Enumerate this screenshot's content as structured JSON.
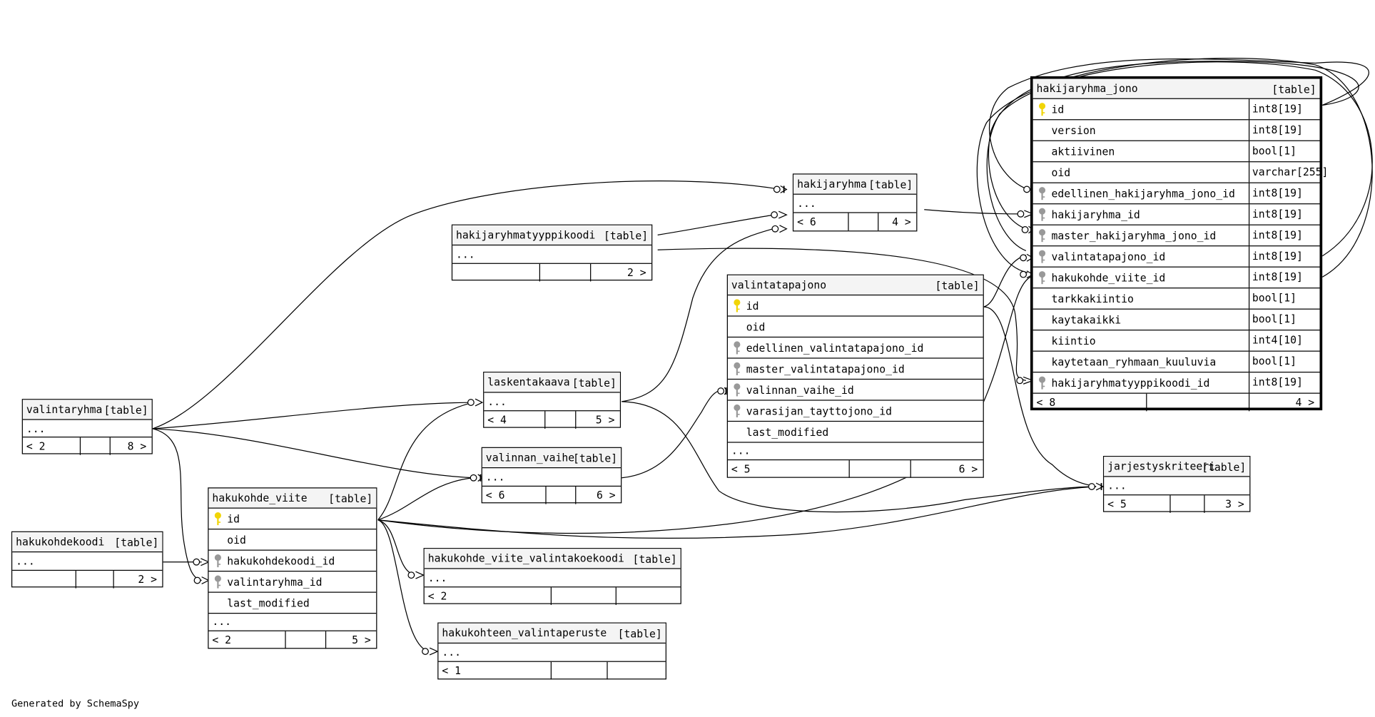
{
  "generated_by": "Generated by SchemaSpy",
  "kind_label": "[table]",
  "ellipsis": "...",
  "colors": {
    "key_primary": "#f1d506",
    "key_foreign": "#999999",
    "header_bg": "#f4f4f4"
  },
  "tables": {
    "hakijaryhma_jono": {
      "name": "hakijaryhma_jono",
      "columns": [
        {
          "name": "id",
          "type": "int8[19]",
          "key": "primary"
        },
        {
          "name": "version",
          "type": "int8[19]",
          "key": "none"
        },
        {
          "name": "aktiivinen",
          "type": "bool[1]",
          "key": "none"
        },
        {
          "name": "oid",
          "type": "varchar[255]",
          "key": "none"
        },
        {
          "name": "edellinen_hakijaryhma_jono_id",
          "type": "int8[19]",
          "key": "foreign"
        },
        {
          "name": "hakijaryhma_id",
          "type": "int8[19]",
          "key": "foreign"
        },
        {
          "name": "master_hakijaryhma_jono_id",
          "type": "int8[19]",
          "key": "foreign"
        },
        {
          "name": "valintatapajono_id",
          "type": "int8[19]",
          "key": "foreign"
        },
        {
          "name": "hakukohde_viite_id",
          "type": "int8[19]",
          "key": "foreign"
        },
        {
          "name": "tarkkakiintio",
          "type": "bool[1]",
          "key": "none"
        },
        {
          "name": "kaytakaikki",
          "type": "bool[1]",
          "key": "none"
        },
        {
          "name": "kiintio",
          "type": "int4[10]",
          "key": "none"
        },
        {
          "name": "kaytetaan_ryhmaan_kuuluvia",
          "type": "bool[1]",
          "key": "none"
        },
        {
          "name": "hakijaryhmatyyppikoodi_id",
          "type": "int8[19]",
          "key": "foreign"
        }
      ],
      "parents": "< 8",
      "children": "4 >"
    },
    "hakijaryhma": {
      "name": "hakijaryhma",
      "parents": "< 6",
      "children": "4 >"
    },
    "hakijaryhmatyyppikoodi": {
      "name": "hakijaryhmatyyppikoodi",
      "parents": "",
      "children": "2 >"
    },
    "valintatapajono": {
      "name": "valintatapajono",
      "columns": [
        {
          "name": "id",
          "key": "primary"
        },
        {
          "name": "oid",
          "key": "none"
        },
        {
          "name": "edellinen_valintatapajono_id",
          "key": "foreign"
        },
        {
          "name": "master_valintatapajono_id",
          "key": "foreign"
        },
        {
          "name": "valinnan_vaihe_id",
          "key": "foreign"
        },
        {
          "name": "varasijan_tayttojono_id",
          "key": "foreign"
        },
        {
          "name": "last_modified",
          "key": "none"
        }
      ],
      "parents": "< 5",
      "children": "6 >"
    },
    "laskentakaava": {
      "name": "laskentakaava",
      "parents": "< 4",
      "children": "5 >"
    },
    "valintaryhma": {
      "name": "valintaryhma",
      "parents": "< 2",
      "children": "8 >"
    },
    "valinnan_vaihe": {
      "name": "valinnan_vaihe",
      "parents": "< 6",
      "children": "6 >"
    },
    "hakukohde_viite": {
      "name": "hakukohde_viite",
      "columns": [
        {
          "name": "id",
          "key": "primary"
        },
        {
          "name": "oid",
          "key": "none"
        },
        {
          "name": "hakukohdekoodi_id",
          "key": "foreign"
        },
        {
          "name": "valintaryhma_id",
          "key": "foreign"
        },
        {
          "name": "last_modified",
          "key": "none"
        }
      ],
      "parents": "< 2",
      "children": "5 >"
    },
    "hakukohdekoodi": {
      "name": "hakukohdekoodi",
      "parents": "",
      "children": "2 >"
    },
    "jarjestyskriteeri": {
      "name": "jarjestyskriteeri",
      "parents": "< 5",
      "children": "3 >"
    },
    "hakukohde_viite_valintakoekoodi": {
      "name": "hakukohde_viite_valintakoekoodi",
      "parents": "< 2",
      "children": ""
    },
    "hakukohteen_valintaperuste": {
      "name": "hakukohteen_valintaperuste",
      "parents": "< 1",
      "children": ""
    }
  }
}
